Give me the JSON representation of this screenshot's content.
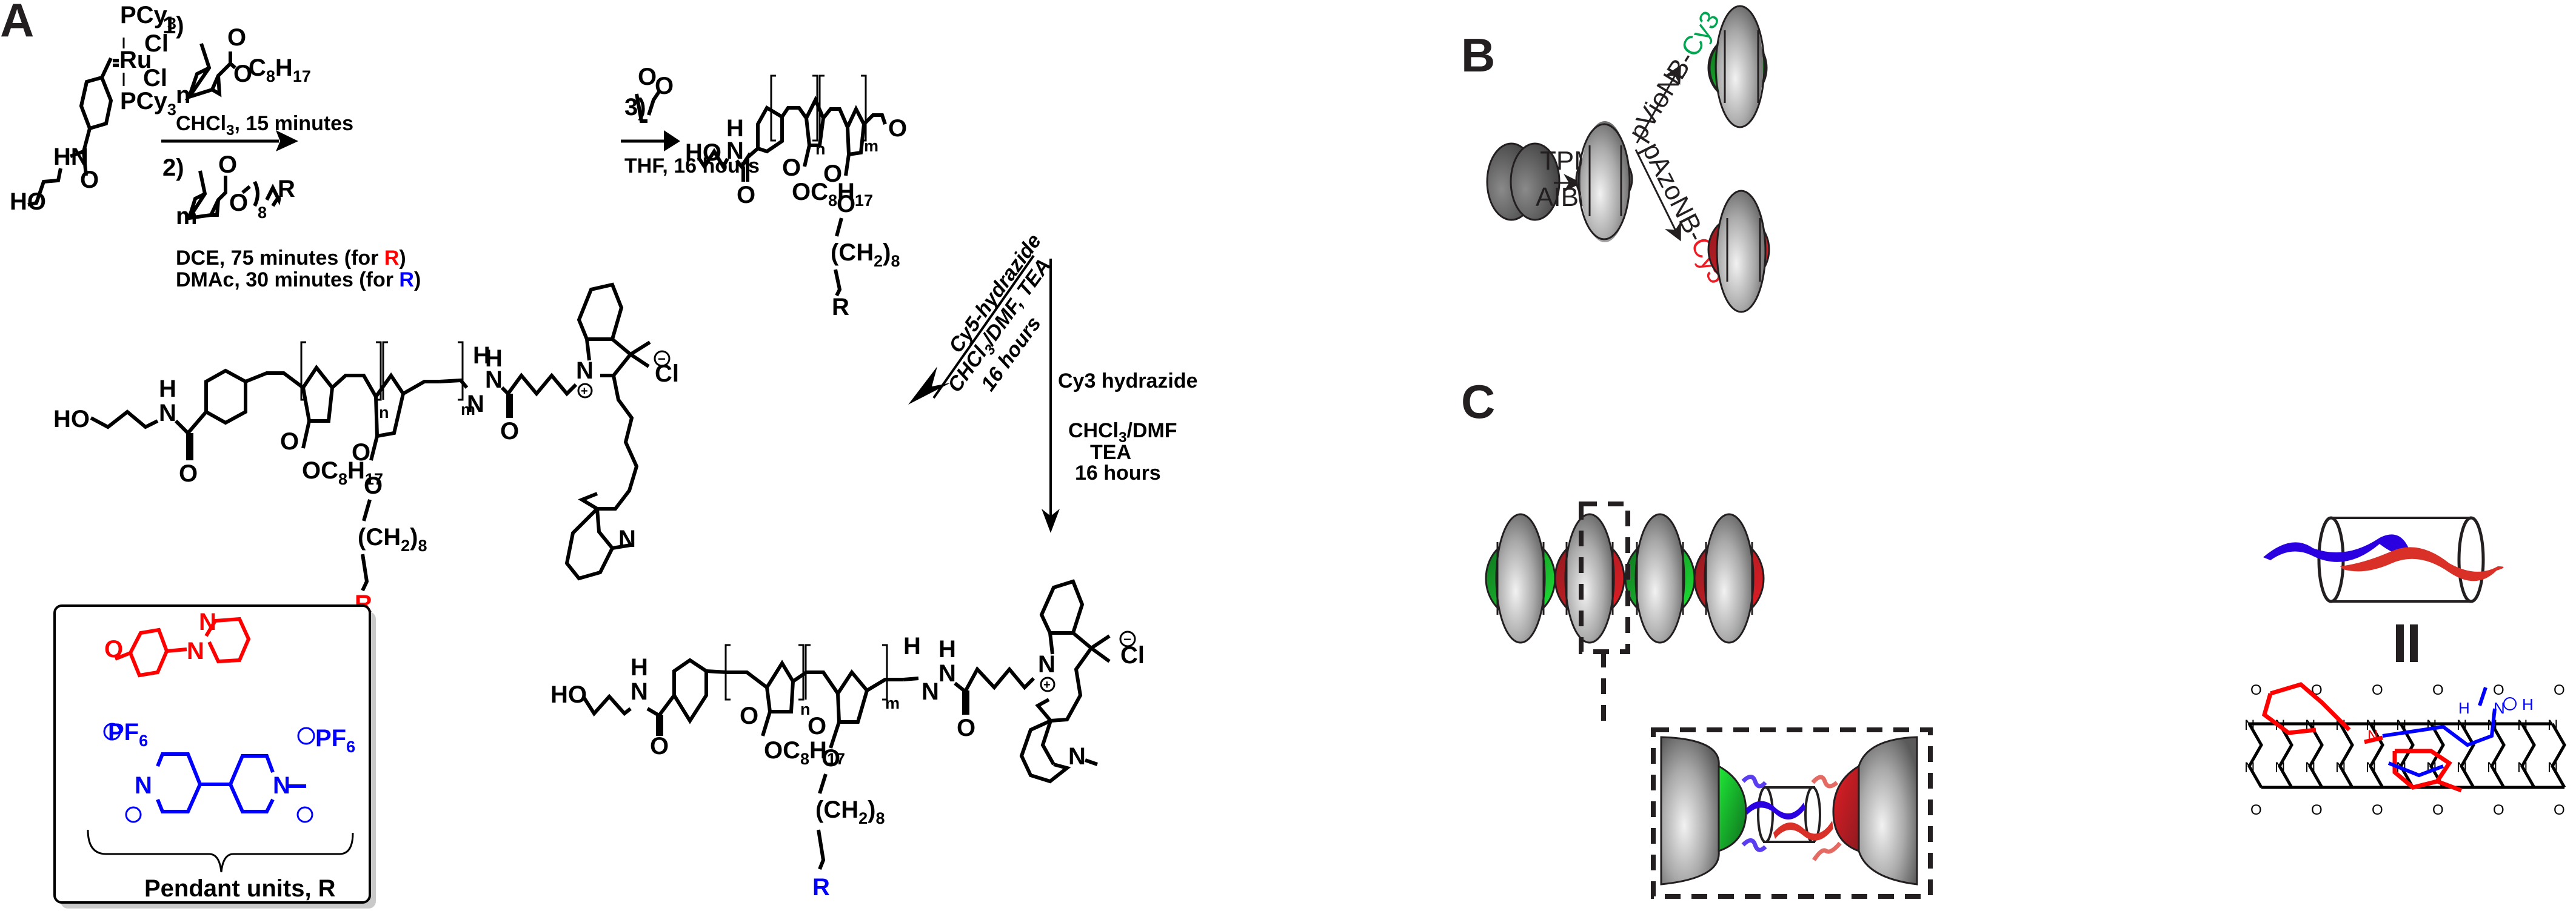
{
  "panels": {
    "A": {
      "label": "A",
      "catalyst": {
        "pcy_top": "PCy",
        "pcy_bottom": "PCy",
        "sub3": "3",
        "ru": "Ru",
        "cl1": "Cl",
        "cl2": "Cl",
        "ho": "HO",
        "hn": "HN",
        "o": "O"
      },
      "step1": {
        "num": "1)",
        "n": "n",
        "ester": "O",
        "chain": "C",
        "sub8": "8",
        "h": "H",
        "sub17": "17",
        "carbonyl_o": "O",
        "conditions": "CHCl",
        "conditions_sub": "3",
        "conditions_rest": ", 15 minutes"
      },
      "step2": {
        "num": "2)",
        "m": "m",
        "o1": "O",
        "o2": "O",
        "sub8": "8",
        "r": "R",
        "cond_red_pre": "DCE, 75 minutes (for ",
        "cond_red_r": "R",
        "cond_close": ")",
        "cond_blue_pre": "DMAc, 30 minutes (for ",
        "cond_blue_r": "R"
      },
      "step3": {
        "num": "3)",
        "o1": "O",
        "o2": "O",
        "conditions": "THF, 16 hours"
      },
      "product": {
        "ho": "HO",
        "h": "H",
        "n": "N",
        "o": "O",
        "sub_n": "n",
        "sub_m": "m",
        "oc8h17": "OC",
        "sub8": "8",
        "h17": "H",
        "sub17": "17",
        "o_ester": "O",
        "o_chain": "O",
        "ch2": "(CH",
        "ch2_sub": "2",
        "ch2_close": ")",
        "ch2_n": "8",
        "r": "R",
        "aldehyde_o": "O"
      },
      "arrow_cy5": {
        "line1": "Cy5-hydrazide",
        "line2_a": "CHCl",
        "line2_sub": "3",
        "line2_b": "/DMF, TEA",
        "line3": "16 hours"
      },
      "arrow_cy3": {
        "line1": "Cy3 hydrazide",
        "line2_a": "CHCl",
        "line2_sub": "3",
        "line2_b": "/DMF",
        "line3": "TEA",
        "line4": "16 hours"
      },
      "cy5_product": {
        "ho": "HO",
        "h": "H",
        "n": "N",
        "o": "O",
        "h_imine": "H",
        "n_imine": "N",
        "h_hyd": "H",
        "n_hyd": "N",
        "o_amide": "O",
        "n_plus": "N",
        "plus": "+",
        "cl": "Cl",
        "minus": "−",
        "n_methyl": "N",
        "oc": "OC",
        "sub8": "8",
        "h17": "H",
        "sub17": "17",
        "ch2": "(CH",
        "ch2_sub": "2",
        "ch2_close": ")",
        "ch2_n": "8",
        "r": "R",
        "sub_n": "n",
        "sub_m": "m"
      },
      "cy3_product": {
        "ho": "HO",
        "h": "H",
        "n": "N",
        "o": "O",
        "h_imine": "H",
        "n_imine": "N",
        "h_hyd": "H",
        "n_hyd": "N",
        "o_amide": "O",
        "n_plus": "N",
        "plus": "+",
        "cl": "Cl",
        "minus": "−",
        "n_methyl": "N",
        "oc": "OC",
        "sub8": "8",
        "h17": "H",
        "sub17": "17",
        "ch2": "(CH",
        "ch2_sub": "2",
        "ch2_close": ")",
        "ch2_n": "8",
        "r": "R",
        "sub_n": "n",
        "sub_m": "m"
      },
      "pendant_box": {
        "title": "Pendant units, R",
        "azo": {
          "o": "O",
          "n1": "N",
          "n2": "N"
        },
        "viologen": {
          "pf6_left": "PF",
          "pf6_right": "PF",
          "sub6": "6",
          "minus": "−",
          "n1": "N",
          "n2": "N",
          "plus": "+"
        }
      }
    },
    "B": {
      "label": "B",
      "arrow1_top": "TPM",
      "arrow1_bottom": "AIBN",
      "upper_path_prefix": "pVioNB-",
      "upper_path_dye": "Cy3",
      "lower_path_prefix": "pAzoNB-",
      "lower_path_dye": "Cy5"
    },
    "C": {
      "label": "C",
      "chain_order": [
        "green",
        "red",
        "green",
        "red"
      ],
      "equals": "=",
      "cb8": {
        "atom_n": "N",
        "atom_o": "O",
        "red_n": "N",
        "blue_h": "H",
        "blue_n": "N",
        "blue_plus": "+"
      }
    }
  },
  "colors": {
    "red": "#ff0000",
    "blue": "#0000ff",
    "cy3_green": "#00a651",
    "cy5_red": "#ed1c24",
    "patch_green": "#1ee836",
    "patch_red": "#e41e25",
    "guest_blue": "#2a00e0",
    "guest_red": "#d93028"
  }
}
